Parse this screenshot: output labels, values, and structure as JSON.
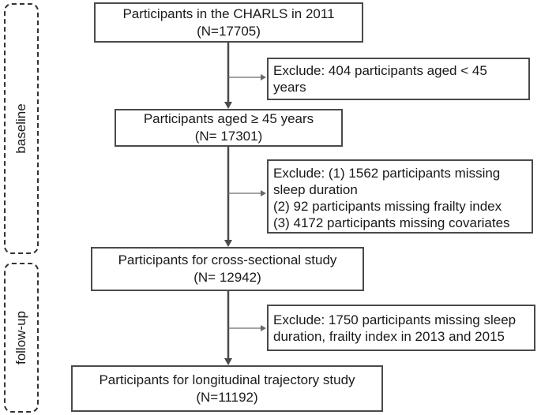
{
  "phases": {
    "baseline": "baseline",
    "follow_up": "follow-up"
  },
  "boxes": {
    "b1": {
      "line1": "Participants in the CHARLS in 2011",
      "line2": "(N=17705)"
    },
    "b2": {
      "line1": "Participants aged ≥ 45 years",
      "line2": "(N= 17301)"
    },
    "b3": {
      "line1": "Participants for cross-sectional study",
      "line2": "(N= 12942)"
    },
    "b4": {
      "line1": "Participants for longitudinal trajectory study",
      "line2": "(N=11192)"
    }
  },
  "exclusions": {
    "e1": [
      "Exclude: 404 participants aged < 45",
      "years"
    ],
    "e2": [
      "Exclude: (1) 1562 participants missing",
      "sleep duration",
      "(2) 92 participants missing frailty index",
      "(3) 4172 participants missing covariates"
    ],
    "e3": [
      "Exclude: 1750 participants missing sleep",
      "duration, frailty index in 2013 and 2015"
    ]
  }
}
